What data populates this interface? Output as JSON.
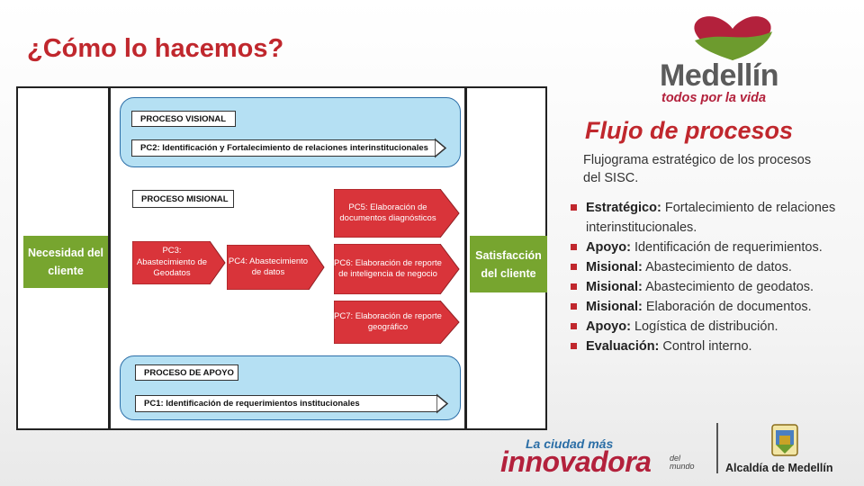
{
  "slide": {
    "title": "¿Cómo lo hacemos?"
  },
  "logo": {
    "word": "Medellín",
    "tagline": "todos por la vida"
  },
  "diagram": {
    "left_box": "Necesidad del cliente",
    "right_box": "Satisfacción del cliente",
    "visional": {
      "label": "PROCESO VISIONAL",
      "item": "PC2: Identificación y Fortalecimiento de relaciones interinstitucionales"
    },
    "misional": {
      "label": "PROCESO MISIONAL",
      "pc3": "PC3: Abastecimiento de Geodatos",
      "pc4": "PC4: Abastecimiento de datos",
      "pc5": "PC5: Elaboración de documentos diagnósticos",
      "pc6": "PC6: Elaboración de reporte de inteligencia de negocio",
      "pc7": "PC7: Elaboración de reporte geográfico"
    },
    "apoyo": {
      "label": "PROCESO DE APOYO",
      "item": "PC1: Identificación de requerimientos institucionales"
    },
    "colors": {
      "red": "#d9343a",
      "green": "#77a52f",
      "lane": "#b5e0f3",
      "lane_border": "#2d6fa8"
    }
  },
  "panel": {
    "title": "Flujo de procesos",
    "subtitle": "Flujograma estratégico de los procesos del SISC.",
    "bullets": [
      {
        "bold": "Estratégico:",
        "text": " Fortalecimiento de relaciones interinstitucionales."
      },
      {
        "bold": "Apoyo:",
        "text": " Identificación de requerimientos."
      },
      {
        "bold": "Misional:",
        "text": " Abastecimiento de datos."
      },
      {
        "bold": "Misional:",
        "text": " Abastecimiento de geodatos."
      },
      {
        "bold": "Misional:",
        "text": " Elaboración de documentos."
      },
      {
        "bold": "Apoyo:",
        "text": " Logística de distribución."
      },
      {
        "bold": "Evaluación:",
        "text": " Control interno."
      }
    ]
  },
  "footer": {
    "city_small": "La ciudad más",
    "city_big": "innovadora",
    "city_del": "del",
    "city_mundo": "mundo",
    "alcaldia": "Alcaldía de Medellín"
  }
}
